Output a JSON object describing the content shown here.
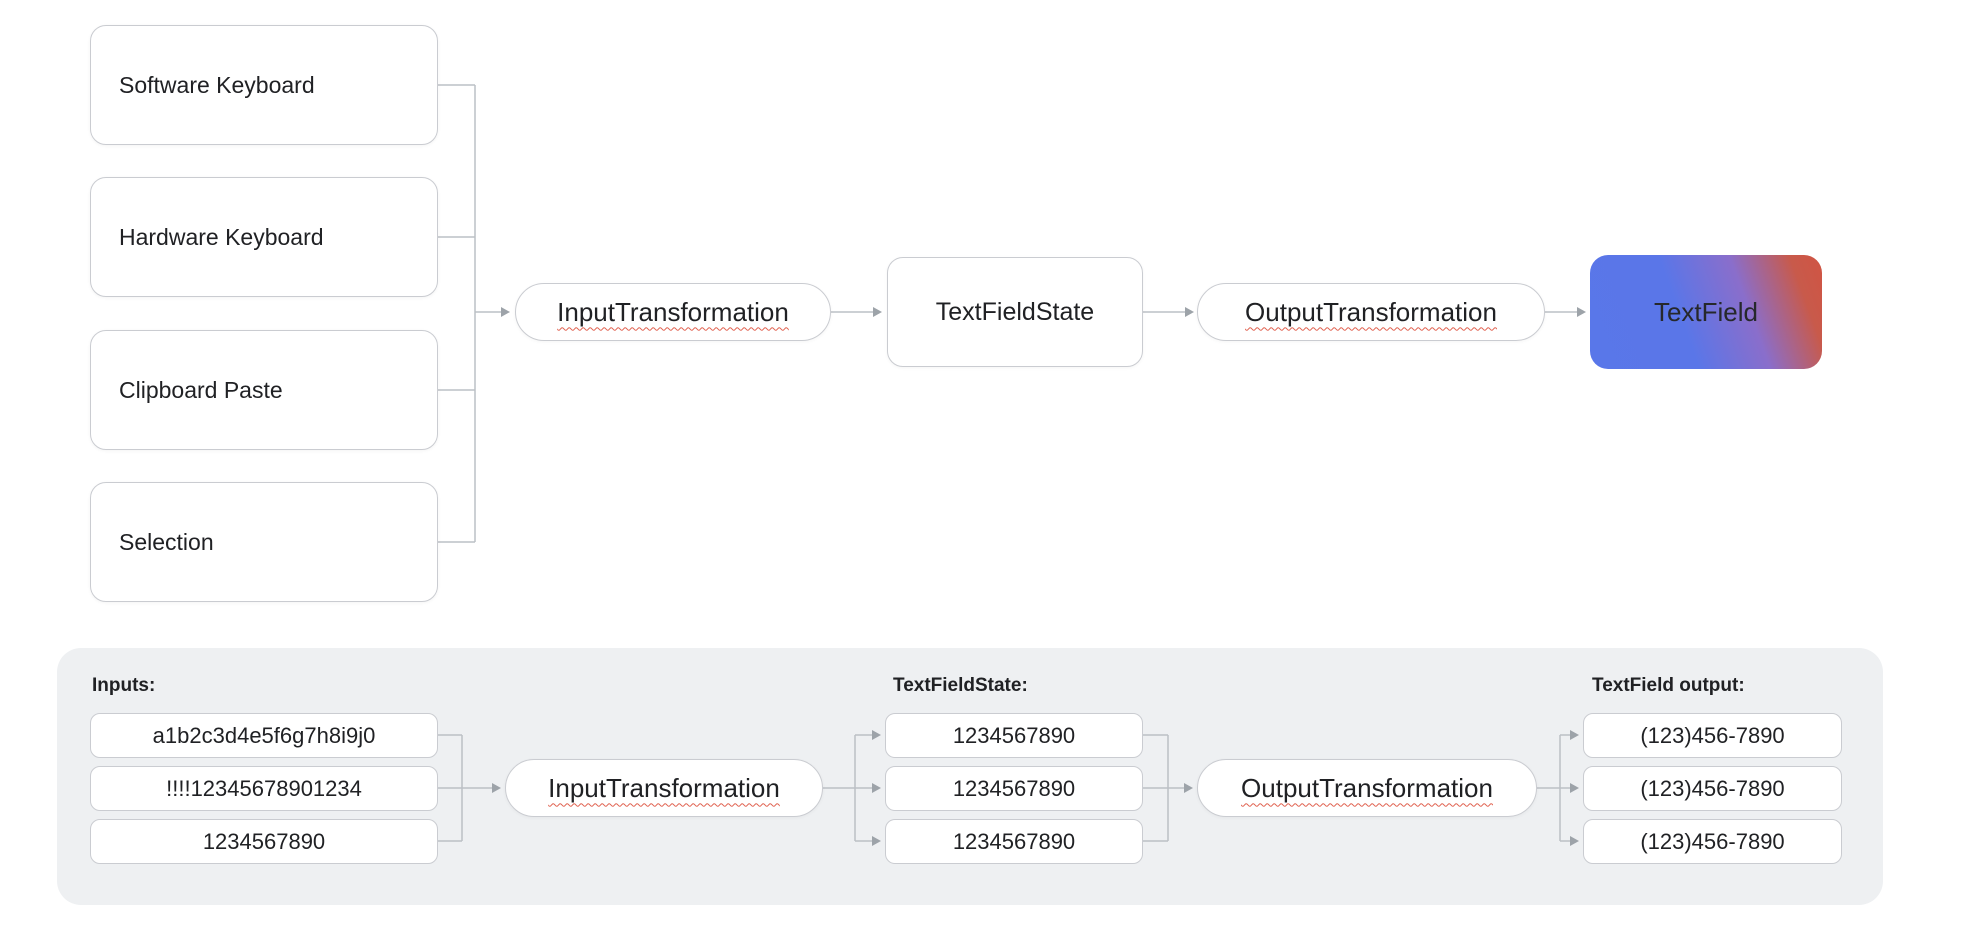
{
  "top": {
    "sources": [
      "Software Keyboard",
      "Hardware Keyboard",
      "Clipboard Paste",
      "Selection"
    ],
    "input_transformation": "InputTransformation",
    "text_field_state": "TextFieldState",
    "output_transformation": "OutputTransformation",
    "text_field": "TextField"
  },
  "bottom": {
    "inputs_heading": "Inputs:",
    "inputs": [
      "a1b2c3d4e5f6g7h8i9j0",
      "!!!!12345678901234",
      "1234567890"
    ],
    "input_transformation": "InputTransformation",
    "state_heading": "TextFieldState:",
    "state_values": [
      "1234567890",
      "1234567890",
      "1234567890"
    ],
    "output_transformation": "OutputTransformation",
    "output_heading": "TextField output:",
    "output_values": [
      "(123)456-7890",
      "(123)456-7890",
      "(123)456-7890"
    ]
  },
  "colors": {
    "gradient_blue": "#5977e9",
    "gradient_red": "#d05443",
    "panel_background": "#eef0f2",
    "box_border": "#caccd1",
    "wire": "#bcc0c5",
    "text": "#202124",
    "spellcheck_squiggle": "#e0604e"
  }
}
